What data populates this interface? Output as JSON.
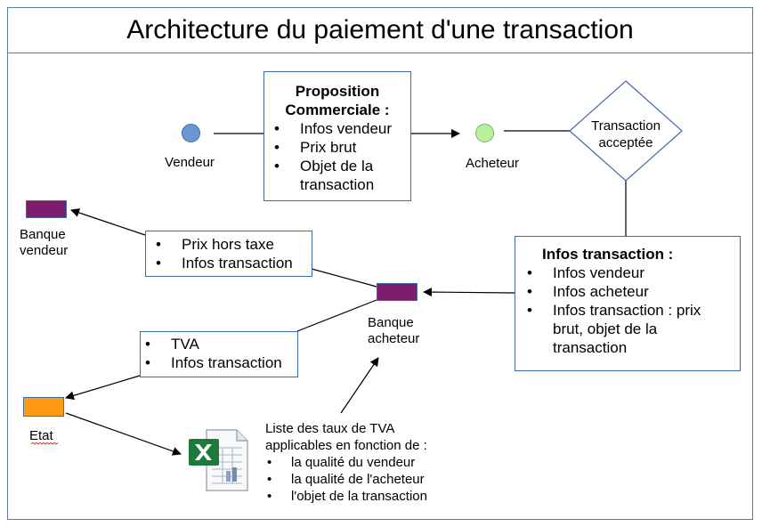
{
  "title": "Architecture du paiement d'une transaction",
  "nodes": {
    "vendeur": {
      "label": "Vendeur",
      "color": "#6a98cf"
    },
    "acheteur": {
      "label": "Acheteur",
      "color": "#b7f29a"
    },
    "banque_vendeur": {
      "label_line1": "Banque",
      "label_line2": "vendeur",
      "color": "#7b1d6c"
    },
    "banque_acheteur": {
      "label_line1": "Banque",
      "label_line2": "acheteur",
      "color": "#7b1d6c"
    },
    "etat": {
      "label": "Etat",
      "color": "#ff9a12"
    },
    "transaction_acceptee": {
      "line1": "Transaction",
      "line2": "acceptée"
    }
  },
  "boxes": {
    "proposition": {
      "head_line1": "Proposition",
      "head_line2": "Commerciale :",
      "items": [
        "Infos vendeur",
        "Prix brut",
        "Objet de la transaction"
      ]
    },
    "infos_transaction": {
      "head": "Infos transaction :",
      "items": [
        "Infos vendeur",
        "Infos acheteur",
        "Infos transaction : prix brut, objet de la transaction"
      ]
    },
    "prix_hors_taxe": {
      "items": [
        "Prix hors taxe",
        "Infos transaction"
      ]
    },
    "tva": {
      "items": [
        "TVA",
        "Infos transaction"
      ]
    }
  },
  "tva_note": {
    "line1": "Liste des taux de TVA",
    "line2": "applicables en fonction de :",
    "items": [
      "la qualité du vendeur",
      "la qualité de l'acheteur",
      "l'objet de la transaction"
    ]
  },
  "spreadsheet_icon": {
    "letter": "X",
    "accent": "#1e7a3c"
  }
}
